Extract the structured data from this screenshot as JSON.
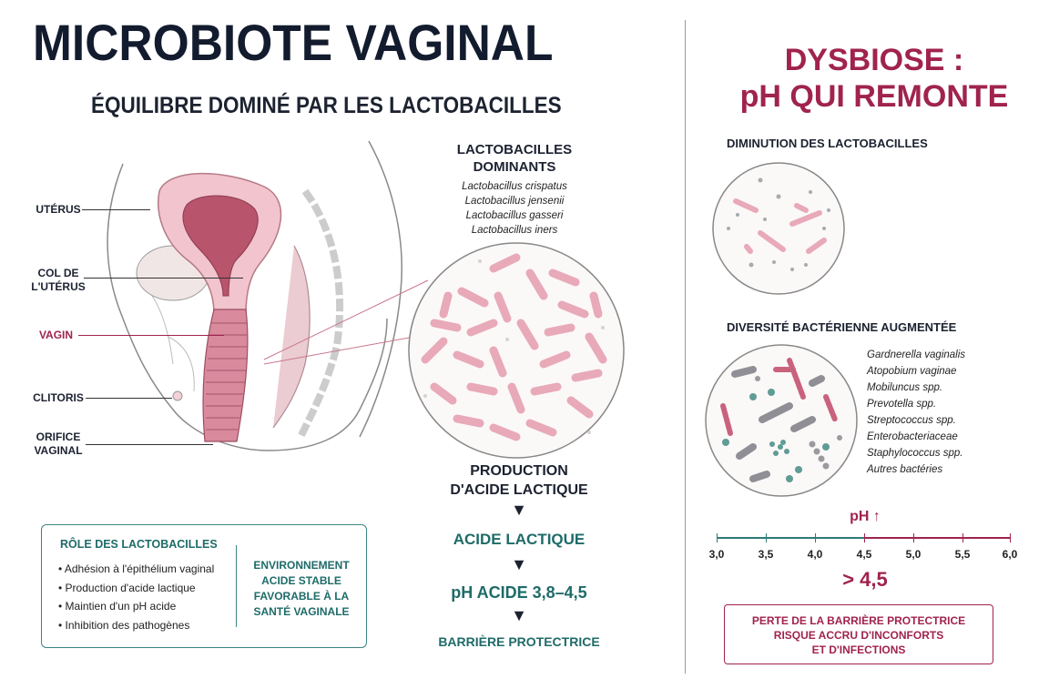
{
  "title": "MICROBIOTE VAGINAL",
  "subtitle": "ÉQUILIBRE DOMINÉ PAR LES LACTOBACILLES",
  "anatomy_labels": {
    "uterus": "UTÉRUS",
    "cervix_1": "COL DE",
    "cervix_2": "L'UTÉRUS",
    "vagina": "VAGIN",
    "clitoris": "CLITORIS",
    "orifice_1": "ORIFICE",
    "orifice_2": "VAGINAL"
  },
  "dominant": {
    "title_1": "LACTOBACILLES",
    "title_2": "DOMINANTS",
    "species": [
      "Lactobacillus crispatus",
      "Lactobacillus jensenii",
      "Lactobacillus gasseri",
      "Lactobacillus iners"
    ]
  },
  "flow": {
    "production_1": "PRODUCTION",
    "production_2": "D'ACIDE LACTIQUE",
    "acid": "ACIDE LACTIQUE",
    "ph": "pH ACIDE 3,8–4,5",
    "barrier": "BARRIÈRE PROTECTRICE"
  },
  "role_box": {
    "title": "RÔLE DES LACTOBACILLES",
    "items": [
      "Adhésion à l'épithélium vaginal",
      "Production d'acide lactique",
      "Maintien d'un pH acide",
      "Inhibition des pathogènes"
    ],
    "env_1": "ENVIRONNEMENT",
    "env_2": "ACIDE STABLE",
    "env_3": "FAVORABLE À LA",
    "env_4": "SANTÉ VAGINALE"
  },
  "dysbiosis": {
    "title_1": "DYSBIOSE :",
    "title_2": "pH QUI REMONTE",
    "decrease": "DIMINUTION DES LACTOBACILLES",
    "diversity": "DIVERSITÉ BACTÉRIENNE AUGMENTÉE",
    "species": [
      "Gardnerella vaginalis",
      "Atopobium vaginae",
      "Mobiluncus spp.",
      "Prevotella spp.",
      "Streptococcus spp.",
      "Enterobacteriaceae",
      "Staphylococcus spp.",
      "Autres bactéries"
    ]
  },
  "ph_scale": {
    "label": "pH ↑",
    "ticks": [
      "3,0",
      "3,5",
      "4,0",
      "4,5",
      "5,0",
      "5,5",
      "6,0"
    ],
    "threshold": "> 4,5"
  },
  "alert": {
    "line_1": "PERTE DE LA BARRIÈRE PROTECTRICE",
    "line_2": "RISQUE ACCRU D'INCONFORTS",
    "line_3": "ET D'INFECTIONS"
  },
  "colors": {
    "teal": "#1e6b68",
    "crimson": "#a0234e",
    "pink": "#e8a9b8",
    "navy": "#131c2e"
  }
}
